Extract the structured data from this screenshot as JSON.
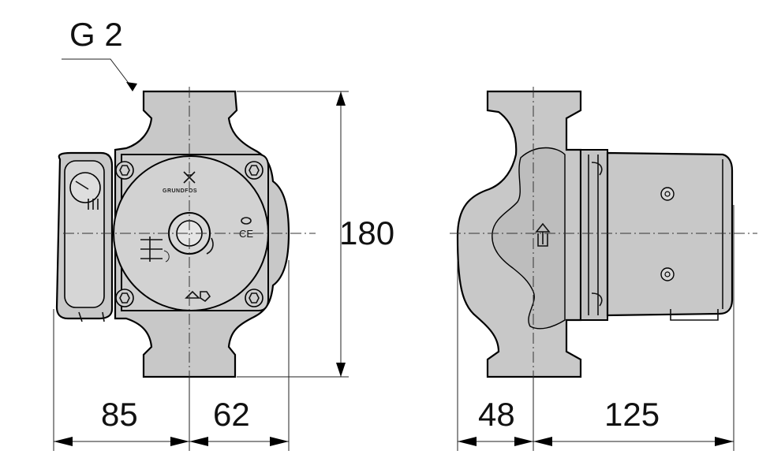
{
  "thread_label": "G 2",
  "logo_text": "GRUNDFOS",
  "ce_mark": "CE",
  "dimensions": {
    "height": "180",
    "left_width": "85",
    "right_of_center": "62",
    "side_left": "48",
    "side_right": "125"
  }
}
